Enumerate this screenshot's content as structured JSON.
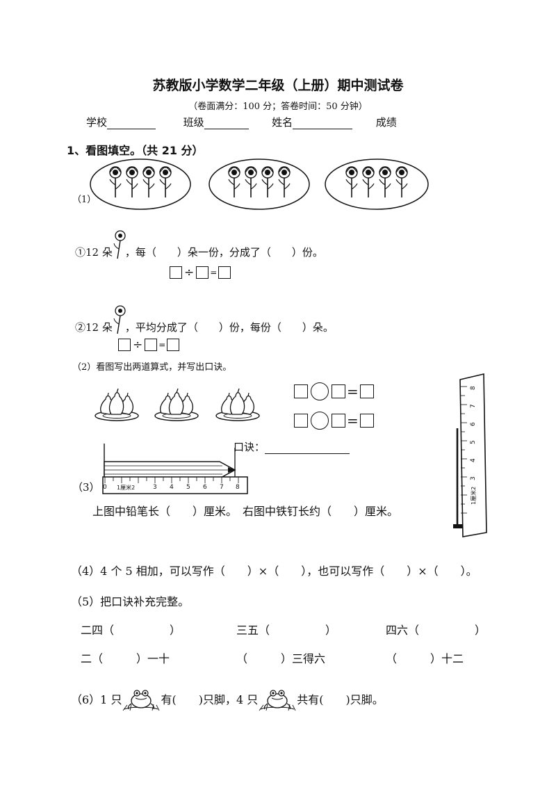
{
  "header": {
    "title": "苏教版小学数学二年级（上册）期中测试卷",
    "subtitle": "（卷面满分：100 分；答卷时间：50 分钟）",
    "fields": [
      {
        "label": "学校"
      },
      {
        "label": "班级"
      },
      {
        "label": "姓名"
      },
      {
        "label": "成绩"
      }
    ]
  },
  "section1": {
    "heading": "1、看图填空。（共 21 分）",
    "q1": {
      "num": "（1）",
      "a_prefix": "①12 朵",
      "a_text": "，每（　　）朵一份，分成了（　　）份。",
      "b_prefix": "②12 朵",
      "b_text": "，平均分成了（　　）份，每份（　　）朵。",
      "div_sign": "÷",
      "eq_sign": "="
    },
    "q2": {
      "text": "（2）看图写出两道算式，并写出口诀。",
      "eq_sign": "=",
      "koujue_label": "口诀："
    },
    "q3": {
      "num": "（3）",
      "text": "上图中铅笔长（　　）厘米。　右图中铁钉长约（　　）厘米。",
      "ruler_labels": [
        "0",
        "1厘米2",
        "3",
        "4",
        "5",
        "6",
        "7",
        "8"
      ]
    },
    "q4": {
      "text": "（4）4 个 5 相加，可以写作（　　）×（　　），也可以写作（　　）×（　　）。"
    },
    "q5": {
      "text": "（5）把口诀补充完整。",
      "row1": [
        "二四（　　　　　）",
        "三五（　　　　　）",
        "四六（　　　　　）"
      ],
      "row2": [
        "二（　　　）一十",
        "（　　　）三得六",
        "（　　　）十二"
      ]
    },
    "q6": {
      "a": "（6）1 只",
      "b": "有(　　)只脚，4 只",
      "c": "共有(　　)只脚。"
    }
  }
}
